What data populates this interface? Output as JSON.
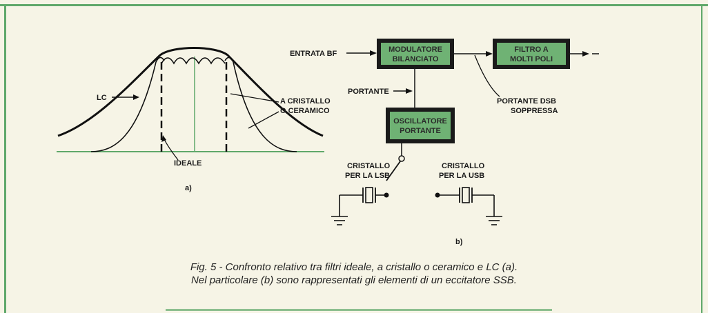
{
  "figure_a": {
    "lc_label": "LC",
    "crystal_label_line1": "A CRISTALLO",
    "crystal_label_line2": "O CERAMICO",
    "ideal_label": "IDEALE",
    "panel_label": "a)"
  },
  "figure_b": {
    "input_label": "ENTRATA BF",
    "modulator_line1": "MODULATORE",
    "modulator_line2": "BILANCIATO",
    "filter_line1": "FILTRO A",
    "filter_line2": "MOLTI POLI",
    "carrier_label": "PORTANTE",
    "oscillator_line1": "OSCILLATORE",
    "oscillator_line2": "PORTANTE",
    "dsb_line1": "PORTANTE DSB",
    "dsb_line2": "SOPPRESSA",
    "lsb_line1": "CRISTALLO",
    "lsb_line2": "PER LA LSB",
    "usb_line1": "CRISTALLO",
    "usb_line2": "PER LA USB",
    "panel_label": "b)",
    "box_fill": "#6fb274",
    "box_border": "#1a1a1a"
  },
  "caption": {
    "line1": "Fig. 5 - Confronto relativo tra filtri ideale, a cristallo o ceramico e LC (a).",
    "line2": "Nel particolare (b) sono rappresentati gli elementi di un eccitatore SSB."
  },
  "accent_green": "#5fa86a"
}
